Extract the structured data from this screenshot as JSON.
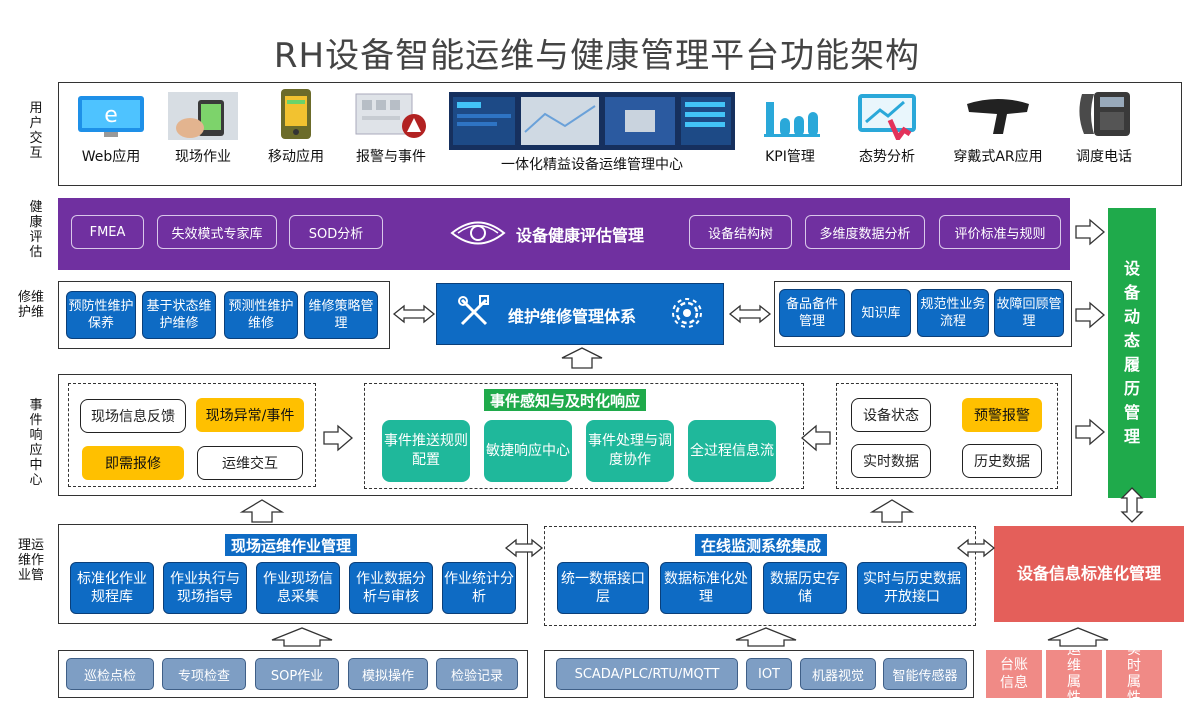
{
  "title": "RH设备智能运维与健康管理平台功能架构",
  "side_labels": {
    "user": "用户交互",
    "health": "健康评估",
    "maint": "修维护维",
    "event": "事件响应中心",
    "ops": "理运维作业管"
  },
  "user_interaction": [
    {
      "label": "Web应用",
      "icon": "monitor-icon"
    },
    {
      "label": "现场作业",
      "icon": "tablet-hand-icon"
    },
    {
      "label": "移动应用",
      "icon": "phone-icon"
    },
    {
      "label": "报警与事件",
      "icon": "alarm-panel-icon"
    },
    {
      "label": "一体化精益设备运维管理中心",
      "icon": "dashboard-icon"
    },
    {
      "label": "KPI管理",
      "icon": "bar-chart-icon"
    },
    {
      "label": "态势分析",
      "icon": "trend-touch-icon"
    },
    {
      "label": "穿戴式AR应用",
      "icon": "ar-glasses-icon"
    },
    {
      "label": "调度电话",
      "icon": "desk-phone-icon"
    }
  ],
  "health": {
    "center": "设备健康评估管理",
    "left": [
      "FMEA",
      "失效模式专家库",
      "SOD分析"
    ],
    "right": [
      "设备结构树",
      "多维度数据分析",
      "评价标准与规则"
    ]
  },
  "maintenance": {
    "center": "维护维修管理体系",
    "left": [
      "预防性维护保养",
      "基于状态维护维修",
      "预测性维护维修",
      "维修策略管理"
    ],
    "right": [
      "备品备件管理",
      "知识库",
      "规范性业务流程",
      "故障回顾管理"
    ]
  },
  "event": {
    "left": [
      "现场信息反馈",
      "现场异常/事件",
      "即需报修",
      "运维交互"
    ],
    "center_title": "事件感知与及时化响应",
    "center": [
      "事件推送规则配置",
      "敏捷响应中心",
      "事件处理与调度协作",
      "全过程信息流"
    ],
    "right": [
      "设备状态",
      "预警报警",
      "实时数据",
      "历史数据"
    ]
  },
  "ops": {
    "title": "现场运维作业管理",
    "items": [
      "标准化作业规程库",
      "作业执行与现场指导",
      "作业现场信息采集",
      "作业数据分析与审核",
      "作业统计分析"
    ]
  },
  "monitor": {
    "title": "在线监测系统集成",
    "items": [
      "统一数据接口层",
      "数据标准化处理",
      "数据历史存储",
      "实时与历史数据开放接口"
    ]
  },
  "std_info": "设备信息标准化管理",
  "dynamic_history": "设备动态履历管理",
  "bottom_left": [
    "巡检点检",
    "专项检查",
    "SOP作业",
    "模拟操作",
    "检验记录"
  ],
  "bottom_mid": [
    "SCADA/PLC/RTU/MQTT",
    "IOT",
    "机器视觉",
    "智能传感器"
  ],
  "bottom_right": [
    "台账信息",
    "运维属性",
    "实时属性"
  ],
  "colors": {
    "purple": "#7030a0",
    "blue": "#0e6bc4",
    "green": "#1faa4b",
    "red": "#e45f5a",
    "orange": "#ffc000",
    "teal": "#1fb89b"
  }
}
